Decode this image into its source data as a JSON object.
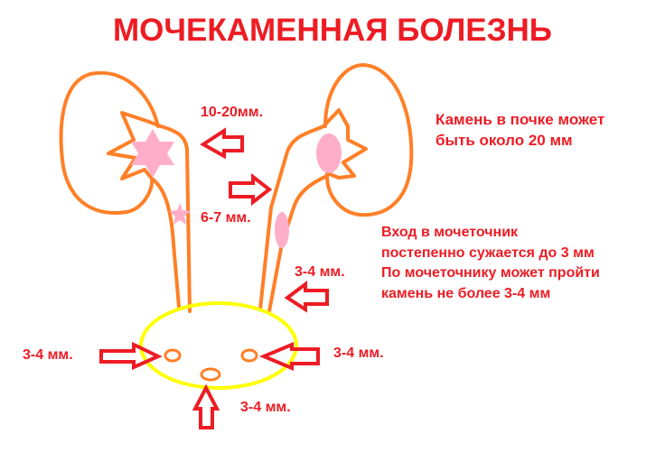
{
  "title": "МОЧЕКАМЕННАЯ БОЛЕЗНЬ",
  "labels": {
    "kidney_stone_size": "10-20мм.",
    "ureter_upper_stone_size": "6-7 мм.",
    "ureter_lower_stone_size": "3-4 мм.",
    "bladder_left_orifice": "3-4 мм.",
    "bladder_right_orifice": "3-4 мм.",
    "bladder_outlet": "3-4 мм."
  },
  "notes": {
    "kidney_note": [
      "Камень в почке может",
      "быть около 20 мм"
    ],
    "ureter_note": [
      "Вход в мочеточник",
      "постепенно сужается до 3 мм",
      "По мочеточнику может пройти",
      "камень не более 3-4 мм"
    ]
  },
  "colors": {
    "text": "#ed1c24",
    "arrows": "#ed1c24",
    "organ_outline": "#ff7f27",
    "bladder_outline": "#ffff00",
    "stones": "#ffaec9"
  }
}
